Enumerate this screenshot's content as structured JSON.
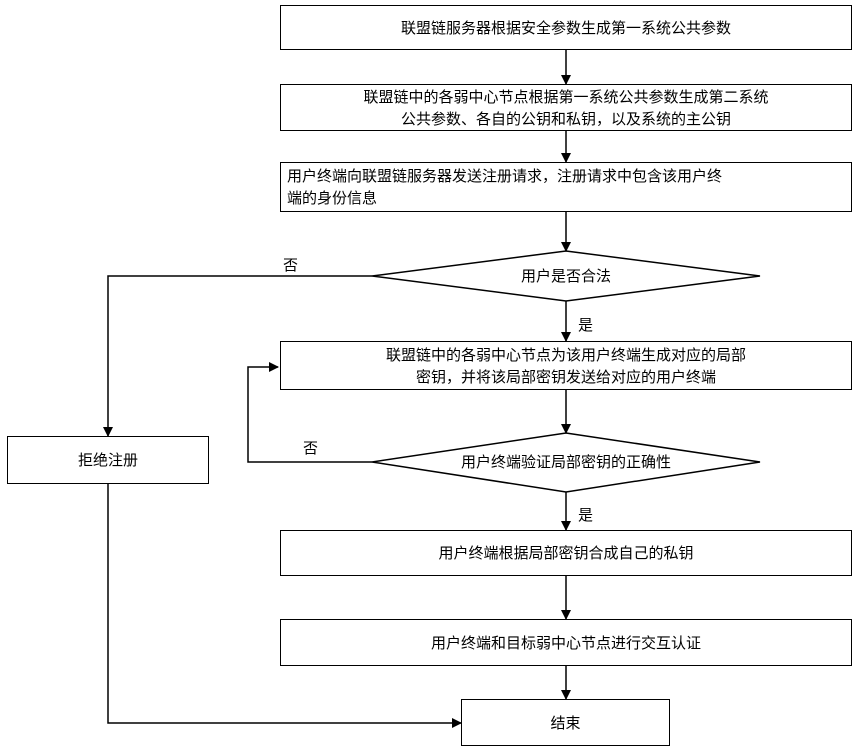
{
  "steps": {
    "step1": "联盟链服务器根据安全参数生成第一系统公共参数",
    "step2": [
      "联盟链中的各弱中心节点根据第一系统公共参数生成第二系统",
      "公共参数、各自的公钥和私钥，以及系统的主公钥"
    ],
    "step3": [
      "用户终端向联盟链服务器发送注册请求，注册请求中包含该用户终",
      "端的身份信息"
    ],
    "decision1": "用户是否合法",
    "step4": [
      "联盟链中的各弱中心节点为该用户终端生成对应的局部",
      "密钥，并将该局部密钥发送给对应的用户终端"
    ],
    "decision2": "用户终端验证局部密钥的正确性",
    "step5": "用户终端根据局部密钥合成自己的私钥",
    "step6": "用户终端和目标弱中心节点进行交互认证",
    "reject": "拒绝注册",
    "end": "结束"
  },
  "labels": {
    "no1": "否",
    "yes1": "是",
    "no2": "否",
    "yes2": "是"
  }
}
